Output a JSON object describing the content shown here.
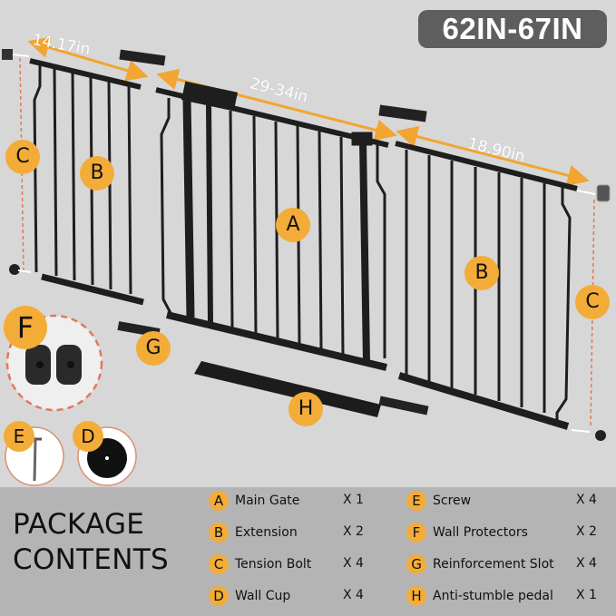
{
  "size_range": "62IN-67IN",
  "dimensions": {
    "extension_left": "14.17in",
    "main_gate": "29-34in",
    "extension_right": "18.90in"
  },
  "callouts": {
    "main_gate": "A",
    "extension_left": "B",
    "extension_right": "B",
    "tension_left": "C",
    "tension_right": "C",
    "wall_cup": "D",
    "screw": "E",
    "wall_protectors": "F",
    "reinforcement_slot": "G",
    "pedal": "H"
  },
  "package": {
    "title_line1": "PACKAGE",
    "title_line2": "CONTENTS",
    "items": [
      {
        "letter": "A",
        "label": "Main Gate",
        "qty": "X 1"
      },
      {
        "letter": "B",
        "label": "Extension",
        "qty": "X 2"
      },
      {
        "letter": "C",
        "label": "Tension Bolt",
        "qty": "X 4"
      },
      {
        "letter": "D",
        "label": "Wall Cup",
        "qty": "X 4"
      },
      {
        "letter": "E",
        "label": "Screw",
        "qty": "X 4"
      },
      {
        "letter": "F",
        "label": "Wall Protectors",
        "qty": "X 2"
      },
      {
        "letter": "G",
        "label": "Reinforcement Slot",
        "qty": "X 4"
      },
      {
        "letter": "H",
        "label": "Anti-stumble pedal",
        "qty": "X 1"
      }
    ]
  },
  "colors": {
    "accent_orange": "#f4ac38",
    "arrow_orange": "#f2a531",
    "badge_gray": "#5e5e5e",
    "band_gray": "#b4b4b4",
    "background": "#d7d7d7",
    "dashed_line": "#e07a5a"
  }
}
